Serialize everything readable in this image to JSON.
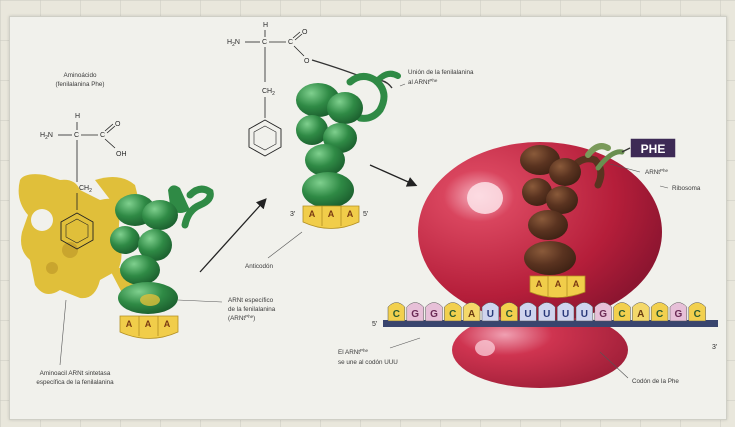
{
  "labels": {
    "amino_line1": "Aminoácido",
    "amino_line2": "(fenilalanina Phe)",
    "union_line1": "Unión de la fenilalanina",
    "union_line2": "al ARNt",
    "union_sup": "Phe",
    "anticodon": "Anticodón",
    "arnt_line1": "ARNt específico",
    "arnt_line2": "de la fenilalanina",
    "arnt_line3": "(ARNt",
    "arnt_sup": "Phe",
    "arnt_close": ")",
    "synth_line1": "Aminoacil ARNt sintetasa",
    "synth_line2": "específica de la fenilalanina",
    "phe_tag": "PHE",
    "arnt_short": "ARNt",
    "arnt_short_sup": "Phe",
    "ribosome": "Ribosoma",
    "binds_line1": "El ARNt",
    "binds_sup": "Phe",
    "binds_line2": "se une al codón UUU",
    "codon_phe": "Codón de la Phe",
    "prime5": "5'",
    "prime3": "3'"
  },
  "chem": {
    "h": "H",
    "h2n": "H",
    "h2n_sub": "2",
    "n": "N",
    "c": "C",
    "o": "O",
    "oh": "OH",
    "ch2": "CH",
    "ch2_sub": "2"
  },
  "anticodon_bases": [
    "A",
    "A",
    "A"
  ],
  "mrna_bases": [
    "C",
    "G",
    "G",
    "C",
    "A",
    "U",
    "C",
    "U",
    "U",
    "U",
    "U",
    "G",
    "C",
    "A",
    "C",
    "G",
    "C"
  ],
  "colors": {
    "trna_green": "#2f8a45",
    "trna_dark": "#1f6a34",
    "enzyme_yellow": "#e0bf3a",
    "ribosome": "#c0243e",
    "ribosome_dark": "#8d1530",
    "trna_brown": "#5a3320",
    "base_yellow": "#f1cd4a",
    "phe_tag": "#3d2a55"
  }
}
